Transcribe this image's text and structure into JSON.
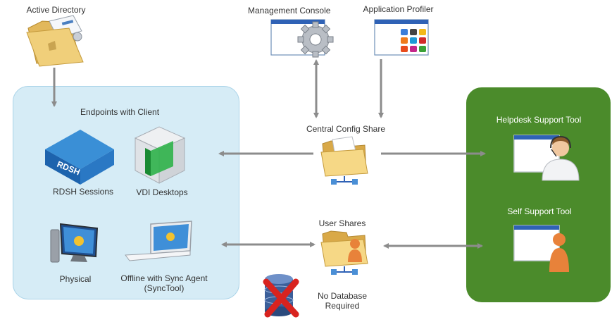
{
  "labels": {
    "active_directory": "Active Directory",
    "management_console": "Management Console",
    "application_profiler": "Application Profiler",
    "endpoints_title": "Endpoints with Client",
    "rdsh_sessions": "RDSH Sessions",
    "vdi_desktops": "VDI Desktops",
    "physical": "Physical",
    "offline_line1": "Offline with Sync Agent",
    "offline_line2": "(SyncTool)",
    "central_config_share": "Central Config Share",
    "user_shares": "User Shares",
    "no_database_line1": "No Database",
    "no_database_line2": "Required",
    "helpdesk_support_tool": "Helpdesk Support Tool",
    "self_support_tool": "Self Support Tool",
    "rdsh_cube_text": "RDSH"
  },
  "colors": {
    "endpoints_panel": "#d6ecf6",
    "support_panel": "#4b8b2b",
    "arrow": "#8c8c8c",
    "folder": "#f3d27a",
    "window_title": "#2f62b6"
  },
  "icons": {
    "active_directory": "folder-with-id-card-icon",
    "management_console": "window-with-gear-icon",
    "application_profiler": "window-with-app-grid-icon",
    "rdsh": "server-cube-icon",
    "vdi": "vdi-cube-icon",
    "physical": "desktop-computer-icon",
    "offline": "laptop-icon",
    "central_config_share": "network-folder-icon",
    "user_shares": "network-folder-user-icon",
    "no_database": "database-cross-icon",
    "helpdesk": "window-with-headset-person-icon",
    "self_support": "window-with-person-icon"
  }
}
